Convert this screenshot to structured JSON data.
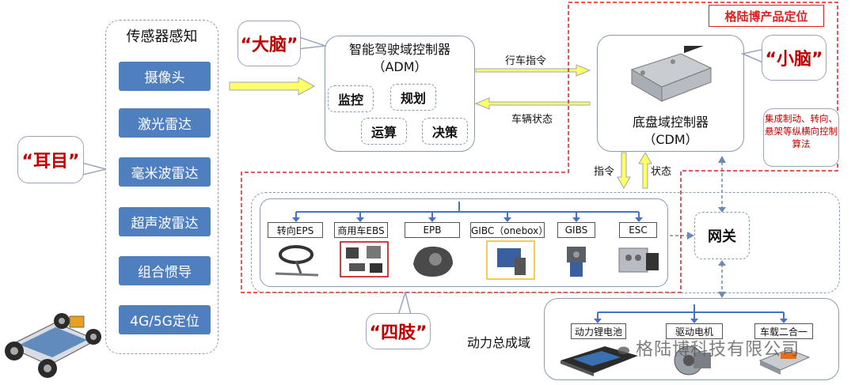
{
  "sensors": {
    "title": "传感器感知",
    "items": [
      "摄像头",
      "激光雷达",
      "毫米波雷达",
      "超声波雷达",
      "组合惯导",
      "4G/5G定位"
    ]
  },
  "callouts": {
    "ears": "“耳目”",
    "brain": "“大脑”",
    "cerebellum": "“小脑”",
    "limbs": "“四肢”"
  },
  "adm": {
    "title_line1": "智能驾驶域控制器",
    "title_line2": "（ADM）",
    "functions": [
      "监控",
      "规划",
      "运算",
      "决策"
    ]
  },
  "signals": {
    "drive_cmd": "行车指令",
    "vehicle_status": "车辆状态",
    "command": "指令",
    "status": "状态"
  },
  "cdm": {
    "title_line1": "底盘域控制器",
    "title_line2": "（CDM）"
  },
  "positioning_badge": "格陆博产品定位",
  "cdm_note": "集成制动、转向、悬架等纵横向控制算法",
  "actuators": [
    "转向EPS",
    "商用车EBS",
    "EPB",
    "GIBC（onebox）",
    "GIBS",
    "ESC"
  ],
  "gateway": "网关",
  "powertrain": {
    "title": "动力总成域",
    "items": [
      "动力锂电池",
      "驱动电机",
      "车载二合一"
    ]
  },
  "watermark": "格陆博科技有限公司",
  "colors": {
    "sensor_fill": "#4f7fbf",
    "arrow_yellow": "#ffff66",
    "accent_red": "#e02020",
    "callout_red": "#c00000"
  }
}
